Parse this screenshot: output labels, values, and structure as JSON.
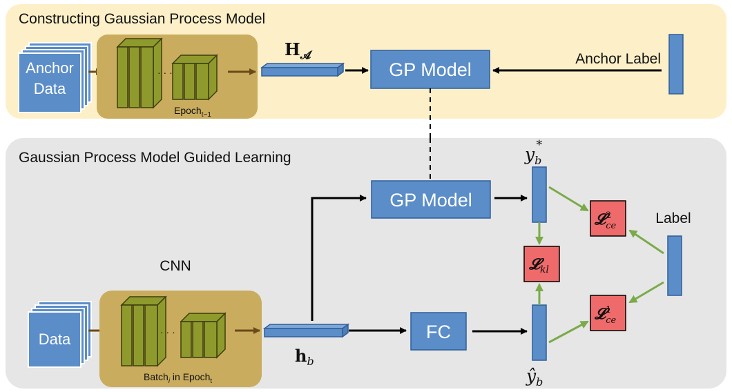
{
  "top_panel": {
    "title": "Constructing Gaussian Process Model",
    "anchor_data_label_line1": "Anchor",
    "anchor_data_label_line2": "Data",
    "epoch_label": "Epoch",
    "epoch_sub": "t−1",
    "feature_label": "H",
    "feature_sub": "𝓐",
    "gp_model_label": "GP Model",
    "anchor_label": "Anchor Label"
  },
  "bottom_panel": {
    "title": "Gaussian Process Model Guided Learning",
    "cnn_label": "CNN",
    "data_label": "Data",
    "batch_label_1": "Batch",
    "batch_sub": "i",
    "batch_label_2": " in Epoch",
    "batch_sub2": "t",
    "feature_label": "h",
    "feature_sub": "b",
    "gp_model_label": "GP Model",
    "fc_label": "FC",
    "y_star": "y",
    "y_star_sub": "b",
    "y_star_sup": "*",
    "y_hat": "ŷ",
    "y_hat_sub": "b",
    "label": "Label",
    "loss_kl": "𝓛",
    "loss_kl_sub": "kl",
    "loss_ce2": "𝓛",
    "loss_ce2_sub": "ce",
    "loss_ce2_sup": "2",
    "loss_ce1": "𝓛",
    "loss_ce1_sub": "ce",
    "loss_ce1_sup": "1"
  },
  "colors": {
    "top_panel_bg": "#fdf0c8",
    "bottom_panel_bg": "#e6e6e6",
    "box_blue": "#5b8dc8",
    "box_blue_border": "#2f5f9a",
    "cnn_bg": "#c9ac5e",
    "layer_green": "#8f9a2c",
    "loss_red": "#ef6b6b",
    "arrow_green": "#7aaa4a",
    "arrow_brown": "#6a4a16"
  },
  "icons": [
    "arrow-right-icon",
    "arrow-left-icon",
    "arrow-down-icon",
    "arrow-up-icon"
  ]
}
